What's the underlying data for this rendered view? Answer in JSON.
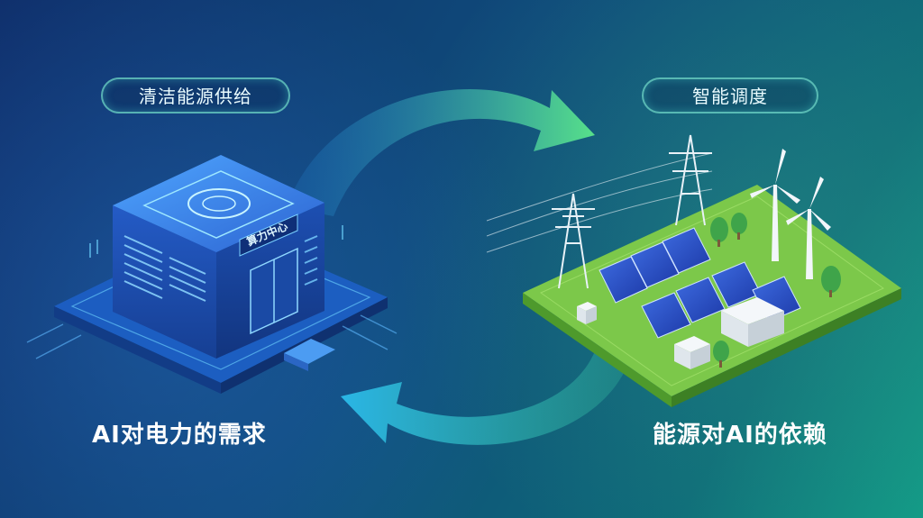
{
  "labels": {
    "clean_energy_supply": "清洁能源供给",
    "smart_dispatch": "智能调度",
    "ai_power_demand": "AI对电力的需求",
    "energy_dependence_on_ai": "能源对AI的依赖",
    "data_center_sign": "算力中心"
  },
  "colors": {
    "arrow_top": "#57e08a",
    "arrow_bottom": "#2ab6e6",
    "ground_green": "#7cc84a",
    "building_blue": "#2a6fd8"
  },
  "icons": [
    "data-center-building-icon",
    "solar-panel-icon",
    "wind-turbine-icon",
    "power-tower-icon",
    "cycle-arrow-icon"
  ]
}
